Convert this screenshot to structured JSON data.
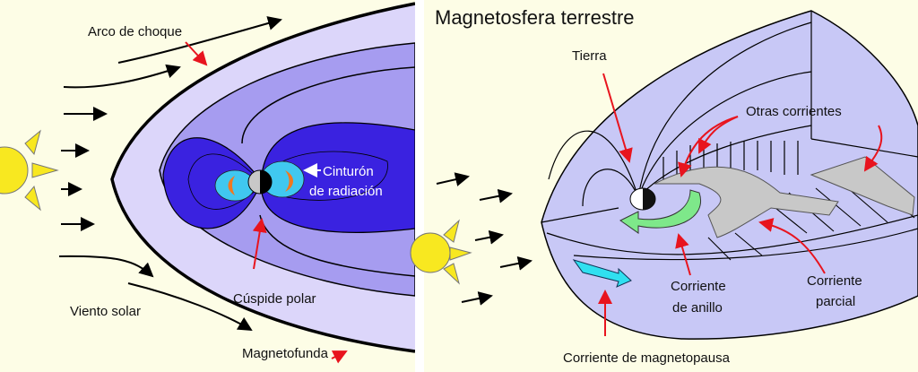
{
  "left_panel": {
    "labels": {
      "bow_shock": "Arco de choque",
      "radiation_belt_1": "Cinturón",
      "radiation_belt_2": "de radiación",
      "polar_cusp": "Cúspide polar",
      "solar_wind": "Viento solar",
      "magnetosheath": "Magnetofunda"
    }
  },
  "right_panel": {
    "title": "Magnetosfera terrestre",
    "labels": {
      "earth": "Tierra",
      "other_currents": "Otras corrientes",
      "ring_current_1": "Corriente",
      "ring_current_2": "de anillo",
      "partial_current_1": "Corriente",
      "partial_current_2": "parcial",
      "magnetopause_current": "Corriente de magnetopausa"
    }
  },
  "colors": {
    "background": "#fdfde6",
    "sheath": "#dcd6fa",
    "mid": "#a69cf0",
    "inner": "#3a22e0",
    "belt": "#40c8f0",
    "belt_core": "#f07820",
    "magnetosphere_3d": "#c8c8f6",
    "arrow_red": "#e8141e",
    "sun": "#f8e820"
  }
}
